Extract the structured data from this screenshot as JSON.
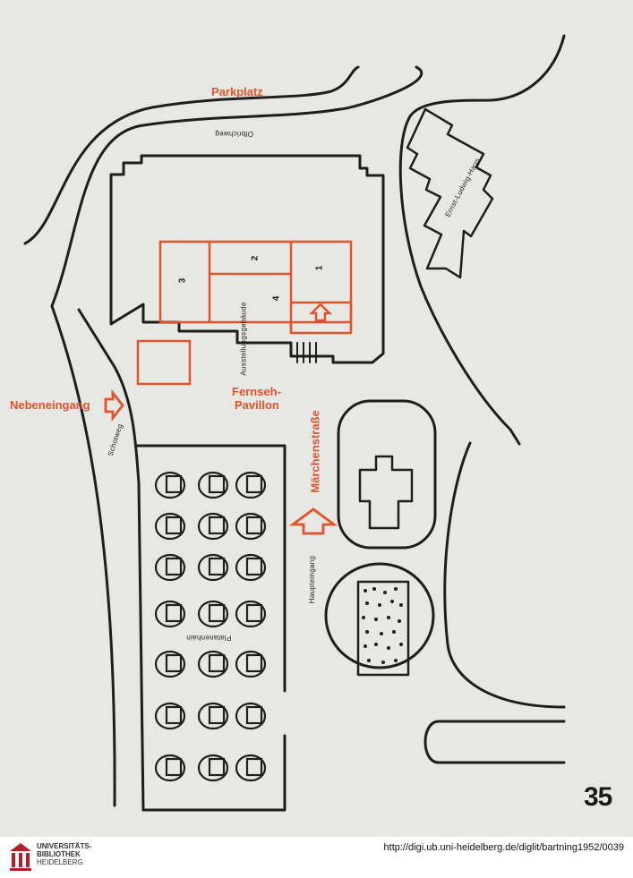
{
  "map": {
    "labels": {
      "parkplatz": "Parkplatz",
      "olbrichweg": "Olbrichweg",
      "ernst_ludwig_haus": "Ernst-Ludwig-Haus",
      "ausstellungsgebaeude": "Ausstellungsgebäude",
      "nebeneingang": "Nebeneingang",
      "schotweg": "Schotweg",
      "fernseh_pavillon_line1": "Fernseh-",
      "fernseh_pavillon_line2": "Pavillon",
      "maerchenstrasse": "Märchenstraße",
      "haupteingang": "Haupteingang",
      "platanenhain": "Platanenhain"
    },
    "room_numbers": [
      "1",
      "2",
      "3",
      "4"
    ],
    "colors": {
      "accent": "#e1532c",
      "ink": "#1e1e1e",
      "paper": "#e7e7e3"
    }
  },
  "page_number": "35",
  "footer": {
    "logo_line1": "UNIVERSITÄTS-",
    "logo_line2": "BIBLIOTHEK",
    "logo_line3": "HEIDELBERG",
    "url": "http://digi.ub.uni-heidelberg.de/diglit/bartning1952/0039"
  }
}
